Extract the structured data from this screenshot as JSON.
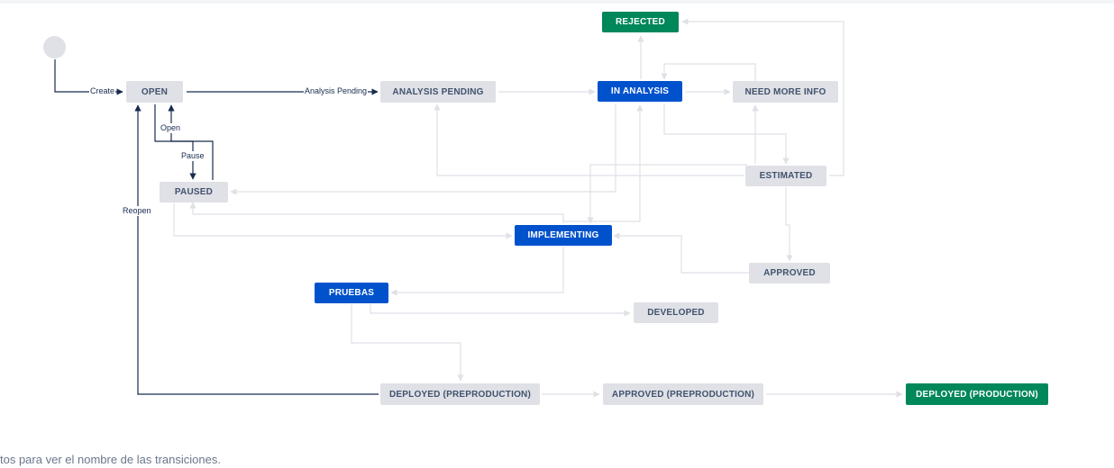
{
  "colors": {
    "todo_bg": "#dfe1e6",
    "todo_text": "#42526e",
    "inprogress_bg": "#0052cc",
    "done_bg": "#00875a",
    "connector": "#dfe1e6",
    "highlight": "#172b4d"
  },
  "diagram": {
    "statuses": {
      "open": "OPEN",
      "analysis_pending": "ANALYSIS PENDING",
      "in_analysis": "IN ANALYSIS",
      "need_more_info": "NEED MORE INFO",
      "rejected": "REJECTED",
      "estimated": "ESTIMATED",
      "paused": "PAUSED",
      "implementing": "IMPLEMENTING",
      "approved": "APPROVED",
      "pruebas": "PRUEBAS",
      "developed": "DEVELOPED",
      "deployed_preproduction": "DEPLOYED (PREPRODUCTION)",
      "approved_preproduction": "APPROVED (PREPRODUCTION)",
      "deployed_production": "DEPLOYED (PRODUCTION)"
    },
    "transitions": {
      "create": "Create",
      "analysis_pending": "Analysis Pending",
      "open": "Open",
      "pause": "Pause",
      "reopen": "Reopen"
    }
  },
  "footer": {
    "hint": "tos para ver el nombre de las transiciones."
  }
}
